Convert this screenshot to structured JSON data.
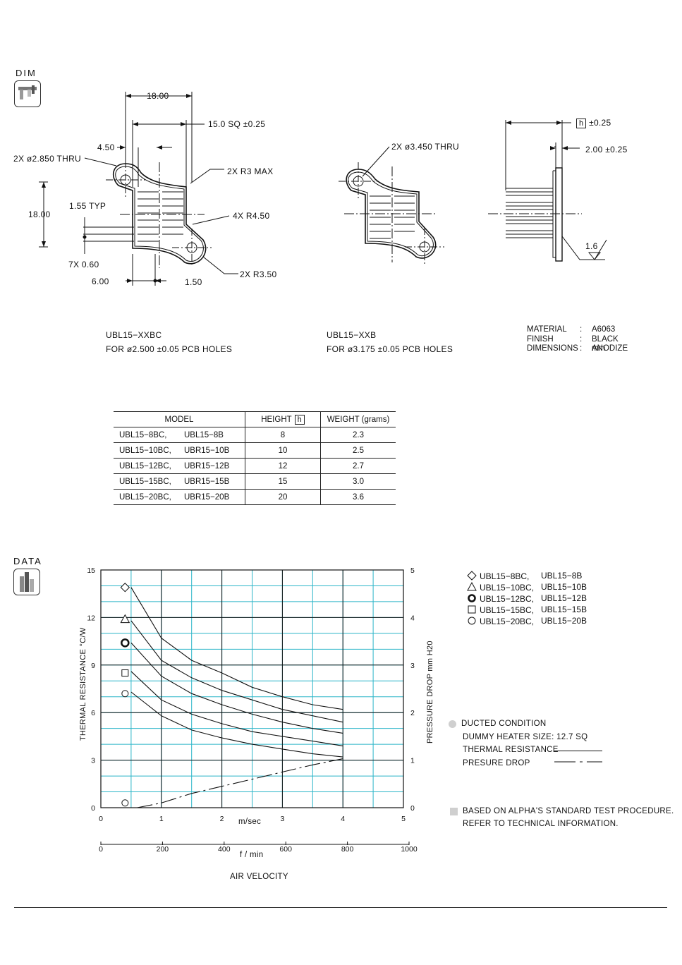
{
  "dim_section": {
    "label": "DIM"
  },
  "data_section": {
    "label": "DATA"
  },
  "drawing1": {
    "dims": {
      "width_top": "18.00",
      "square": "15.0 SQ ±0.25",
      "offset_left": "4.50",
      "thru_hole": "2X ø2.850 THRU",
      "radius_max": "2X R3 MAX",
      "height_left": "18.00",
      "fin_thickness": "1.55 TYP",
      "radius_fins": "4X R4.50",
      "fin_count": "7X 0.60",
      "pin_offset": "6.00",
      "pin_gap": "1.50",
      "radius_end": "2X R3.50"
    },
    "caption_model": "UBL15−XXBC",
    "caption_holes": "FOR ø2.500 ±0.05 PCB HOLES"
  },
  "drawing2": {
    "thru_hole": "2X ø3.450 THRU",
    "caption_model": "UBL15−XXB",
    "caption_holes": "FOR ø3.175 ±0.05 PCB HOLES"
  },
  "drawing3": {
    "height_label": "h",
    "height_tol": "±0.25",
    "base_thickness": "2.00 ±0.25",
    "surface_finish": "1.6"
  },
  "material": {
    "rows": [
      {
        "key": "MATERIAL",
        "sep": ":",
        "value": "A6063"
      },
      {
        "key": "FINISH",
        "sep": ":",
        "value": "BLACK ANODIZE"
      },
      {
        "key": "DIMENSIONS",
        "sep": ":",
        "value": "mm"
      }
    ]
  },
  "spec_table": {
    "headers": {
      "model": "MODEL",
      "height": "HEIGHT",
      "height_box": "h",
      "weight": "WEIGHT  (grams)"
    },
    "rows": [
      {
        "model_a": "UBL15−8BC,",
        "model_b": "UBL15−8B",
        "height": "8",
        "weight": "2.3"
      },
      {
        "model_a": "UBL15−10BC,",
        "model_b": "UBR15−10B",
        "height": "10",
        "weight": "2.5"
      },
      {
        "model_a": "UBL15−12BC,",
        "model_b": "UBR15−12B",
        "height": "12",
        "weight": "2.7"
      },
      {
        "model_a": "UBL15−15BC,",
        "model_b": "UBR15−15B",
        "height": "15",
        "weight": "3.0"
      },
      {
        "model_a": "UBL15−20BC,",
        "model_b": "UBR15−20B",
        "height": "20",
        "weight": "3.6"
      }
    ]
  },
  "chart_legend": {
    "entries": [
      {
        "marker": "diamond-icon",
        "model_a": "UBL15−8BC,",
        "model_b": "UBL15−8B"
      },
      {
        "marker": "triangle-icon",
        "model_a": "UBL15−10BC,",
        "model_b": "UBL15−10B"
      },
      {
        "marker": "bullseye-icon",
        "model_a": "UBL15−12BC,",
        "model_b": "UBL15−12B"
      },
      {
        "marker": "square-icon",
        "model_a": "UBL15−15BC,",
        "model_b": "UBL15−15B"
      },
      {
        "marker": "circle-icon",
        "model_a": "UBL15−20BC,",
        "model_b": "UBL15−20B"
      }
    ]
  },
  "conditions": {
    "ducted": "DUCTED CONDITION",
    "heater": "DUMMY HEATER SIZE: 12.7 SQ",
    "thermal": "THERMAL RESISTANCE",
    "pressure": "PRESURE DROP",
    "note1": "BASED ON ALPHA'S STANDARD TEST PROCEDURE.",
    "note2": "REFER TO TECHNICAL INFORMATION."
  },
  "chart_data": {
    "type": "line",
    "x_unit_top": "m/sec",
    "x_unit_bottom": "f / min",
    "xlabel": "AIR VELOCITY",
    "ylabel_left": "THERMAL  RESISTANCE   °C/W",
    "ylabel_right": "PRESSURE  DROP    mm H20",
    "x_ticks_top": [
      "0",
      "1",
      "2",
      "3",
      "4",
      "5"
    ],
    "x_ticks_bottom": [
      "0",
      "200",
      "400",
      "600",
      "800",
      "1000"
    ],
    "y_ticks_left": [
      "0",
      "3",
      "6",
      "9",
      "12",
      "15"
    ],
    "y_ticks_right": [
      "0",
      "1",
      "2",
      "3",
      "4",
      "5"
    ],
    "xlim": [
      0,
      5
    ],
    "ylim_left": [
      0,
      15
    ],
    "ylim_right": [
      0,
      5
    ],
    "grid": true,
    "grid_color": "#2bb5c8",
    "series": [
      {
        "name": "UBL15−8BC",
        "marker": "diamond",
        "x": [
          0.5,
          1.0,
          1.5,
          2.0,
          2.5,
          3.0,
          3.5,
          4.0
        ],
        "y": [
          13.9,
          10.7,
          9.3,
          8.5,
          7.6,
          7.0,
          6.5,
          6.2
        ]
      },
      {
        "name": "UBL15−10BC",
        "marker": "triangle",
        "x": [
          0.5,
          1.0,
          1.5,
          2.0,
          2.5,
          3.0,
          3.5,
          4.0
        ],
        "y": [
          11.8,
          9.3,
          8.2,
          7.4,
          6.8,
          6.2,
          5.8,
          5.4
        ]
      },
      {
        "name": "UBL15−12BC",
        "marker": "bullseye",
        "x": [
          0.5,
          1.0,
          1.5,
          2.0,
          2.5,
          3.0,
          3.5,
          4.0
        ],
        "y": [
          10.4,
          8.3,
          7.2,
          6.5,
          5.9,
          5.4,
          5.0,
          4.7
        ]
      },
      {
        "name": "UBL15−15BC",
        "marker": "square",
        "x": [
          0.5,
          1.0,
          1.5,
          2.0,
          2.5,
          3.0,
          3.5,
          4.0
        ],
        "y": [
          8.6,
          6.8,
          5.9,
          5.3,
          4.8,
          4.5,
          4.2,
          3.9
        ]
      },
      {
        "name": "UBL15−20BC",
        "marker": "circle",
        "x": [
          0.5,
          1.0,
          1.5,
          2.0,
          2.5,
          3.0,
          3.5,
          4.0
        ],
        "y": [
          7.3,
          5.8,
          4.9,
          4.4,
          4.0,
          3.7,
          3.4,
          3.2
        ]
      }
    ],
    "pressure_drop": {
      "x": [
        0.6,
        1.0,
        1.5,
        2.0,
        2.5,
        3.0,
        3.5,
        4.0
      ],
      "y": [
        0.0,
        0.1,
        0.3,
        0.45,
        0.6,
        0.75,
        0.9,
        1.03
      ]
    },
    "markers_x": 0.4,
    "markers_y": [
      13.9,
      11.9,
      10.4,
      8.5,
      7.2,
      0.3
    ]
  }
}
